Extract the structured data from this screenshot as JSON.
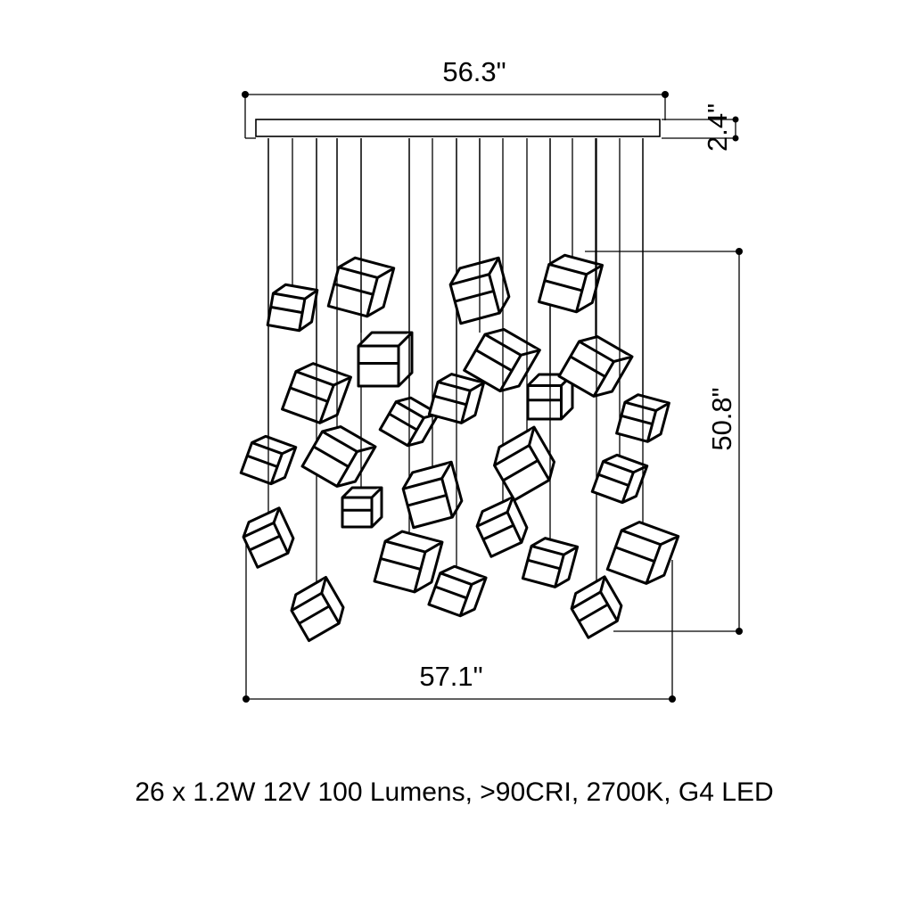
{
  "product_drawing": {
    "dimensions": {
      "canopy_width": "56.3\"",
      "canopy_height": "2.4\"",
      "drop_height": "50.8\"",
      "overall_width": "57.1\""
    },
    "pendant_count": 26,
    "spec_text": "26 x 1.2W 12V 100 Lumens, >90CRI, 2700K, G4 LED"
  }
}
